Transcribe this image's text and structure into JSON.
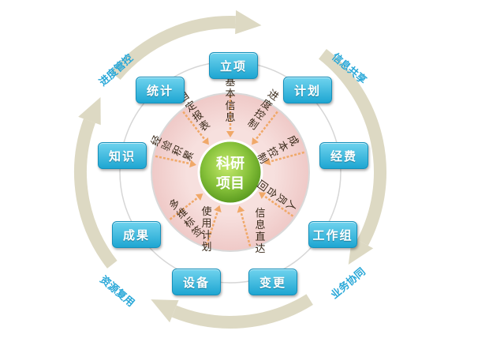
{
  "center": {
    "line1": "科研",
    "line2": "项目"
  },
  "colors": {
    "node_fill": "#2bb3dc",
    "center_fill": "#7ab72e",
    "inner_ring": "#f4d4d4",
    "outer_arrows": "#ddd9c3",
    "cycle_text": "#2aa8d8",
    "spoke_arrow": "#f0a868"
  },
  "nodes": [
    {
      "id": "lixiang",
      "label": "立项"
    },
    {
      "id": "jihua",
      "label": "计划"
    },
    {
      "id": "jingfei",
      "label": "经费"
    },
    {
      "id": "gongzuozu",
      "label": "工作组"
    },
    {
      "id": "biangeng",
      "label": "变更"
    },
    {
      "id": "shebei",
      "label": "设备"
    },
    {
      "id": "chengguo",
      "label": "成果"
    },
    {
      "id": "zhishi",
      "label": "知识"
    },
    {
      "id": "tongji",
      "label": "统计"
    }
  ],
  "spoke_labels": [
    {
      "id": "jiben-xinxi",
      "text": "基本信息"
    },
    {
      "id": "jindu-kongzhi",
      "text": "进度控制"
    },
    {
      "id": "chengben-kongzhi",
      "text": "成本控制"
    },
    {
      "id": "renyuan-guihua",
      "text": "人员合回"
    },
    {
      "id": "xinxi-zhida",
      "text": "信息直达"
    },
    {
      "id": "shiyong-jihua",
      "text": "使用计划"
    },
    {
      "id": "duowei-biaoqian",
      "text": "多维标签"
    },
    {
      "id": "jingyan-jilei",
      "text": "经验积累"
    },
    {
      "id": "zhiding-baobiao",
      "text": "自定报表"
    }
  ],
  "cycle_labels": [
    {
      "id": "jindu-guankong",
      "text": "进度管控"
    },
    {
      "id": "xinxi-gongxiang",
      "text": "信息共享"
    },
    {
      "id": "yewu-xietong",
      "text": "业务协同"
    },
    {
      "id": "ziyuan-fuyong",
      "text": "资源复用"
    }
  ]
}
